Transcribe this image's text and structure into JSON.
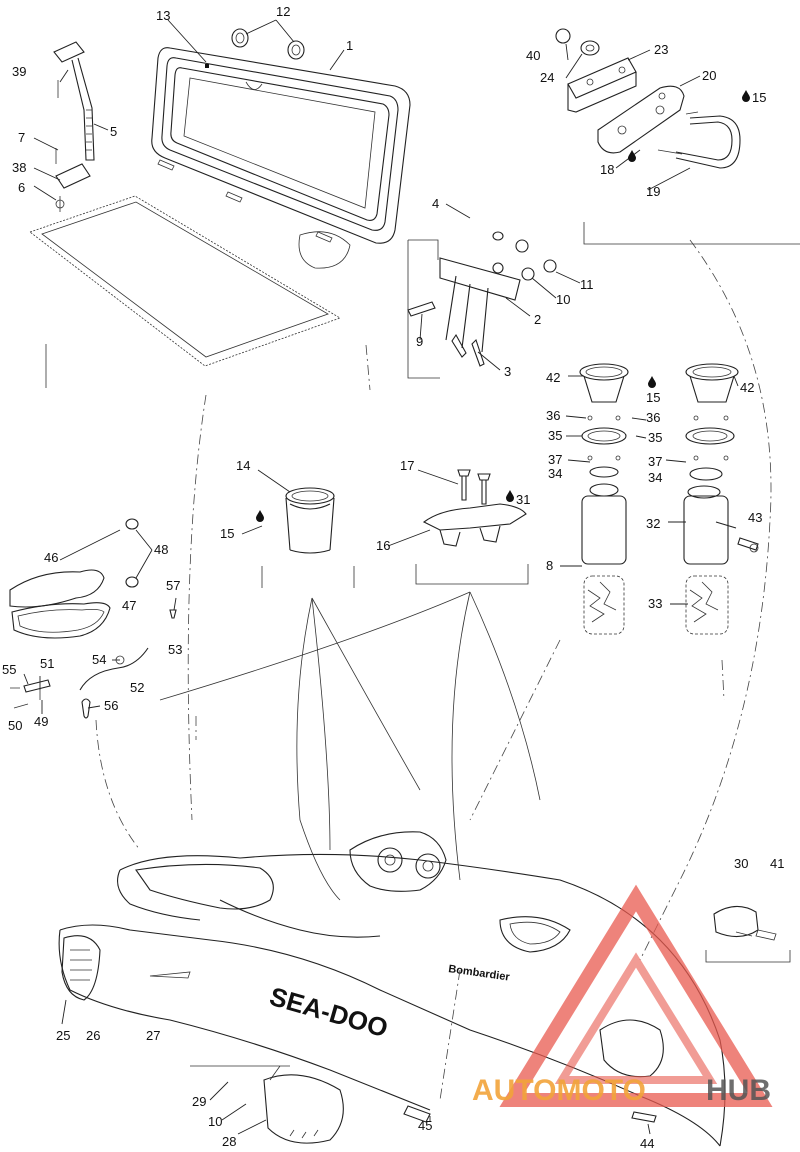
{
  "callouts": [
    {
      "id": "c1",
      "label": "1"
    },
    {
      "id": "c2",
      "label": "2"
    },
    {
      "id": "c3",
      "label": "3"
    },
    {
      "id": "c4",
      "label": "4"
    },
    {
      "id": "c5",
      "label": "5"
    },
    {
      "id": "c6",
      "label": "6"
    },
    {
      "id": "c7",
      "label": "7"
    },
    {
      "id": "c8",
      "label": "8"
    },
    {
      "id": "c9",
      "label": "9"
    },
    {
      "id": "c10a",
      "label": "10"
    },
    {
      "id": "c10b",
      "label": "10"
    },
    {
      "id": "c11",
      "label": "11"
    },
    {
      "id": "c12",
      "label": "12"
    },
    {
      "id": "c13",
      "label": "13"
    },
    {
      "id": "c14",
      "label": "14"
    },
    {
      "id": "c15a",
      "label": "15"
    },
    {
      "id": "c15b",
      "label": "15"
    },
    {
      "id": "c15c",
      "label": "15"
    },
    {
      "id": "c16",
      "label": "16"
    },
    {
      "id": "c17",
      "label": "17"
    },
    {
      "id": "c18",
      "label": "18"
    },
    {
      "id": "c19",
      "label": "19"
    },
    {
      "id": "c20",
      "label": "20"
    },
    {
      "id": "c23",
      "label": "23"
    },
    {
      "id": "c24",
      "label": "24"
    },
    {
      "id": "c25",
      "label": "25"
    },
    {
      "id": "c26",
      "label": "26"
    },
    {
      "id": "c27",
      "label": "27"
    },
    {
      "id": "c28",
      "label": "28"
    },
    {
      "id": "c29",
      "label": "29"
    },
    {
      "id": "c30",
      "label": "30"
    },
    {
      "id": "c31",
      "label": "31"
    },
    {
      "id": "c32",
      "label": "32"
    },
    {
      "id": "c33",
      "label": "33"
    },
    {
      "id": "c34a",
      "label": "34"
    },
    {
      "id": "c34b",
      "label": "34"
    },
    {
      "id": "c35a",
      "label": "35"
    },
    {
      "id": "c35b",
      "label": "35"
    },
    {
      "id": "c36a",
      "label": "36"
    },
    {
      "id": "c36b",
      "label": "36"
    },
    {
      "id": "c37a",
      "label": "37"
    },
    {
      "id": "c37b",
      "label": "37"
    },
    {
      "id": "c38",
      "label": "38"
    },
    {
      "id": "c39",
      "label": "39"
    },
    {
      "id": "c40",
      "label": "40"
    },
    {
      "id": "c41",
      "label": "41"
    },
    {
      "id": "c42a",
      "label": "42"
    },
    {
      "id": "c42b",
      "label": "42"
    },
    {
      "id": "c43",
      "label": "43"
    },
    {
      "id": "c44",
      "label": "44"
    },
    {
      "id": "c45",
      "label": "45"
    },
    {
      "id": "c46",
      "label": "46"
    },
    {
      "id": "c47",
      "label": "47"
    },
    {
      "id": "c48",
      "label": "48"
    },
    {
      "id": "c49",
      "label": "49"
    },
    {
      "id": "c50",
      "label": "50"
    },
    {
      "id": "c51",
      "label": "51"
    },
    {
      "id": "c52",
      "label": "52"
    },
    {
      "id": "c53",
      "label": "53"
    },
    {
      "id": "c54",
      "label": "54"
    },
    {
      "id": "c55",
      "label": "55"
    },
    {
      "id": "c56",
      "label": "56"
    },
    {
      "id": "c57",
      "label": "57"
    }
  ],
  "hull": {
    "brand_logo": "SEA-DOO",
    "maker": "Bombardier"
  },
  "watermark": {
    "text_a": "AUTOMOTO",
    "text_b": "HUB",
    "color_red": "#e85a4f",
    "color_orange": "#f2a43a",
    "color_gray": "#555555"
  },
  "icons": [
    "sealant-drop-icon"
  ]
}
